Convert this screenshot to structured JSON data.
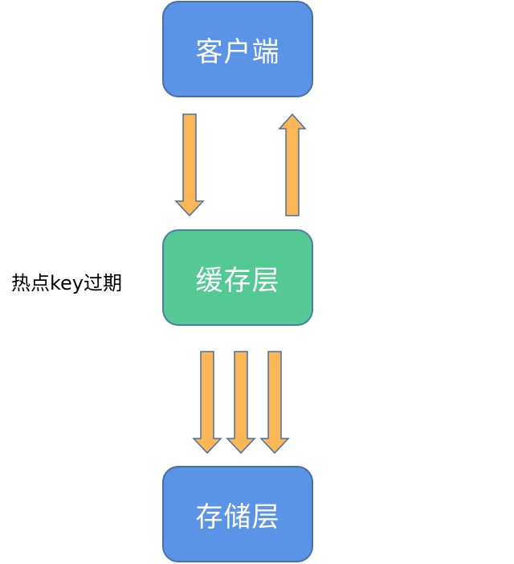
{
  "nodes": {
    "client": "客户端",
    "cache": "缓存层",
    "storage": "存储层"
  },
  "annotation": "热点key过期",
  "colors": {
    "node_blue": "#5b93e6",
    "node_green": "#54c993",
    "arrow_fill": "#fbb755",
    "arrow_stroke": "#4a6fa5"
  }
}
